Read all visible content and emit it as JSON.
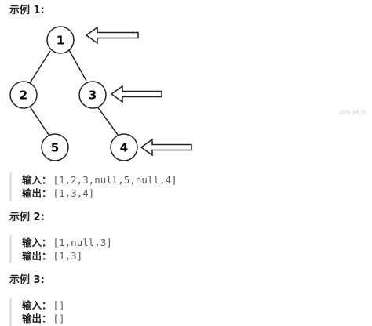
{
  "examples": [
    {
      "title": "示例 1:",
      "input_label": "输入：",
      "input_value": "[1,2,3,null,5,null,4]",
      "output_label": "输出：",
      "output_value": "[1,3,4]"
    },
    {
      "title": "示例 2:",
      "input_label": "输入：",
      "input_value": "[1,null,3]",
      "output_label": "输出：",
      "output_value": "[1,3]"
    },
    {
      "title": "示例 3:",
      "input_label": "输入：",
      "input_value": "[]",
      "output_label": "输出：",
      "output_value": "[]"
    }
  ],
  "tree": {
    "nodes": [
      {
        "id": "n1",
        "label": "1"
      },
      {
        "id": "n2",
        "label": "2"
      },
      {
        "id": "n3",
        "label": "3"
      },
      {
        "id": "n5",
        "label": "5"
      },
      {
        "id": "n4",
        "label": "4"
      }
    ],
    "edges": [
      [
        "1",
        "2"
      ],
      [
        "1",
        "3"
      ],
      [
        "2",
        "5"
      ],
      [
        "3",
        "4"
      ]
    ],
    "arrows_point_to": [
      "1",
      "3",
      "4"
    ]
  },
  "watermark": "CSDN @大_叔_"
}
